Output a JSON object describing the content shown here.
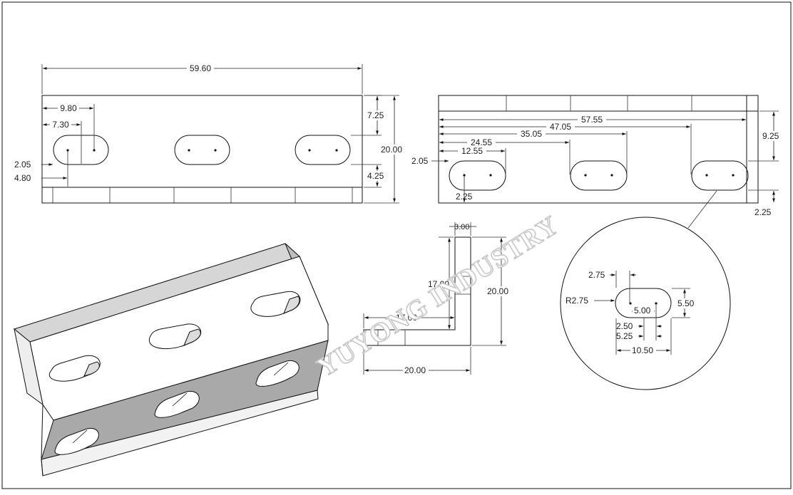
{
  "watermark": "YUYONG INDUSTRY",
  "front_view": {
    "dims": {
      "overall_length": "59.60",
      "height": "20.00",
      "top_to_slot": "7.25",
      "bottom_flange": "4.25",
      "slot_left_center": "9.80",
      "slot_left_radius_center": "7.30",
      "slot_y_left": "2.05",
      "slot_y_bottom": "4.80"
    }
  },
  "top_view": {
    "dims": {
      "d1": "57.55",
      "d2": "47.05",
      "d3": "35.05",
      "d4": "24.55",
      "d5": "12.55",
      "left": "2.05",
      "slot_to_edge": "2.25",
      "right_height": "9.25",
      "bottom_right": "2.25"
    }
  },
  "side_view": {
    "dims": {
      "thickness": "3.00",
      "inner_height": "17.00",
      "outer_height": "20.00",
      "inner_length": "17.00",
      "outer_length": "20.00"
    }
  },
  "detail_view": {
    "dims": {
      "offset": "2.75",
      "radius": "R2.75",
      "center_dist": "5.00",
      "width": "5.50",
      "half_center": "2.50",
      "half_length": "5.25",
      "length": "10.50"
    }
  }
}
